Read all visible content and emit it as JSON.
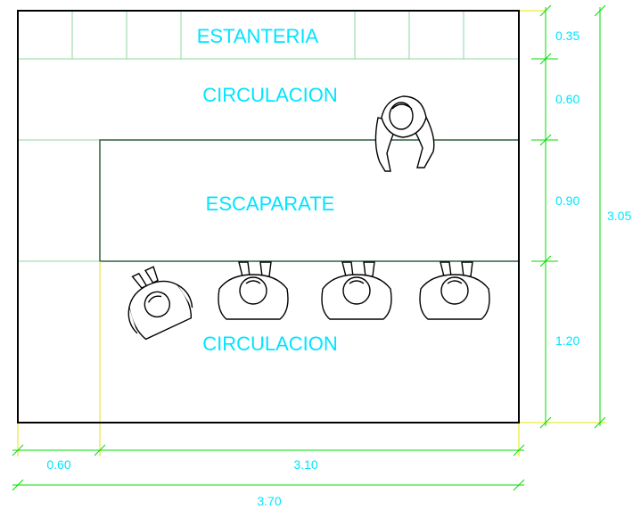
{
  "zones": {
    "shelving": "ESTANTERIA",
    "circulation_top": "CIRCULACION",
    "display_counter": "ESCAPARATE",
    "circulation_bottom": "CIRCULACION"
  },
  "dimensions": {
    "right": [
      "0.35",
      "0.60",
      "0.90",
      "1.20"
    ],
    "right_total": "3.05",
    "bottom": [
      "0.60",
      "3.10"
    ],
    "bottom_total": "3.70"
  },
  "colors": {
    "label": "#00e5ff",
    "dimension_line": "#00dd00",
    "guide_line": "#e6e600",
    "grid_line": "#8fd6a0",
    "wall": "#000000"
  },
  "figures": {
    "staff_count": 1,
    "customer_count": 4
  }
}
